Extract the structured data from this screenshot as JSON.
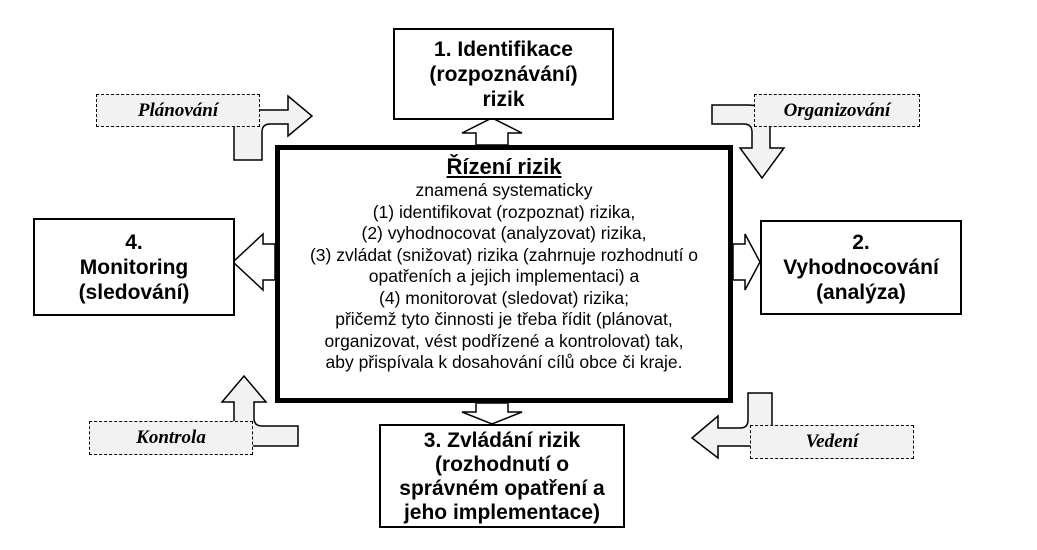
{
  "boxes": {
    "top": [
      "1. Identifikace",
      "(rozpoznávání)",
      "rizik"
    ],
    "right": [
      "2.",
      "Vyhodnocování",
      "(analýza)"
    ],
    "bottom": [
      "3. Zvládání rizik",
      "(rozhodnutí o",
      "správném opatření a",
      "jeho implementace)"
    ],
    "left": [
      "4.",
      "Monitoring",
      "(sledování)"
    ]
  },
  "center": {
    "title": "Řízení rizik",
    "lines": [
      "znamená systematicky",
      "(1) identifikovat (rozpoznat) rizika,",
      "(2) vyhodnocovat (analyzovat) rizika,",
      "(3) zvládat (snižovat) rizika (zahrnuje rozhodnutí o",
      "opatřeních a jejich implementaci) a",
      "(4) monitorovat (sledovat) rizika;",
      "přičemž tyto činnosti je třeba řídit (plánovat,",
      "organizovat, vést podřízené a kontrolovat) tak,",
      "aby přispívala k dosahování cílů obce či kraje."
    ]
  },
  "labels": {
    "planovani": "Plánování",
    "organizovani": "Organizování",
    "vedeni": "Vedení",
    "kontrola": "Kontrola"
  }
}
